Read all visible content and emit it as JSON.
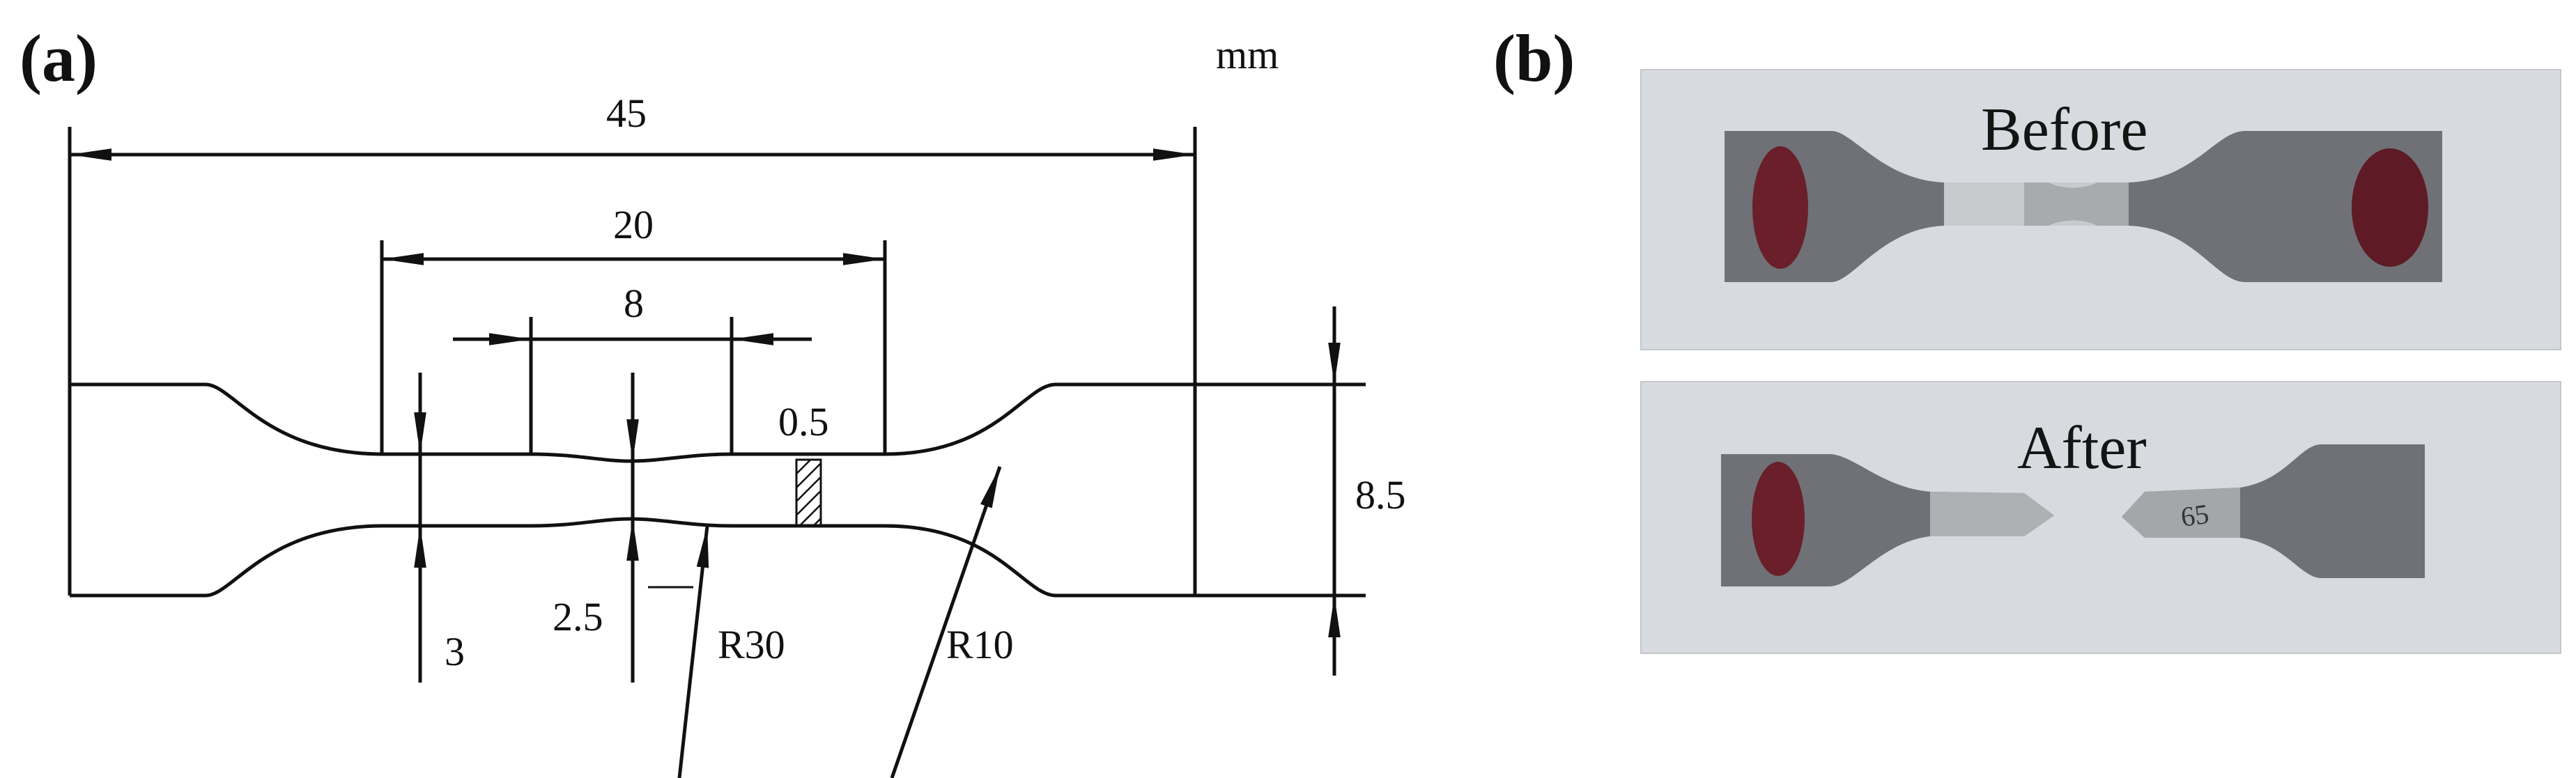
{
  "panel_a": {
    "label": "(a)",
    "unit": "mm",
    "dimensions": {
      "overall_length": "45",
      "length_20": "20",
      "gauge_length": "8",
      "slot": "0.5",
      "grip_width": "8.5",
      "width_3": "3",
      "gauge_width": "2.5",
      "radius_30": "R30",
      "radius_10": "R10"
    }
  },
  "panel_b": {
    "label": "(b)",
    "before_caption": "Before",
    "after_caption": "After",
    "specimen_marking": "65"
  },
  "colors": {
    "line": "#111111",
    "photo_background": "#d7dadf",
    "metal_grip": "#6f7176",
    "paint_mark": "#6a1f2a",
    "gauge_metal": "#b9bbbe"
  }
}
